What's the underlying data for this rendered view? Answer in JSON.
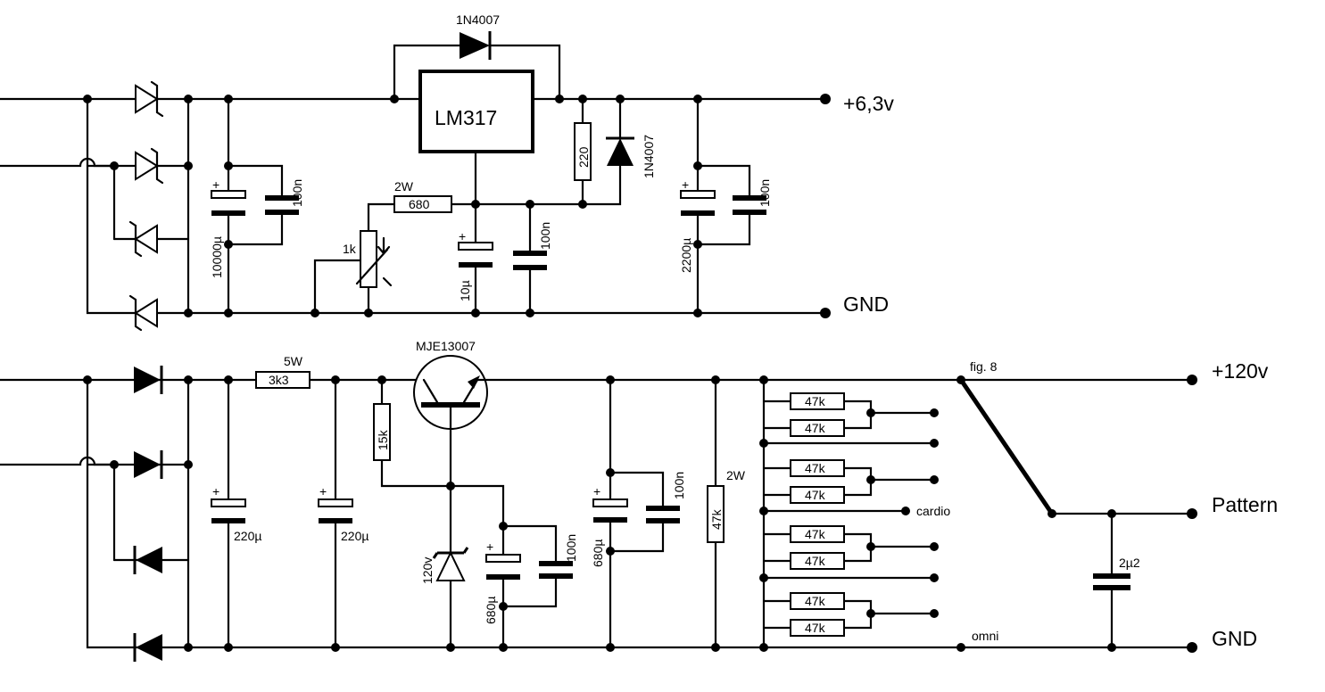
{
  "supply_low": {
    "output_label": "+6,3v",
    "gnd_label": "GND",
    "regulator": "LM317",
    "diode_top": "1N4007",
    "diode_protect": "1N4007",
    "res_220": "220",
    "res_680": "680",
    "res_680_power": "2W",
    "pot": "1k",
    "cap_10000": "10000µ",
    "cap_100n_a": "100n",
    "cap_10u": "10µ",
    "cap_100n_b": "100n",
    "cap_2200": "2200µ",
    "cap_100n_c": "100n",
    "plus": "+"
  },
  "supply_high": {
    "output_label": "+120v",
    "pattern_label": "Pattern",
    "gnd_label": "GND",
    "transistor": "MJE13007",
    "res_3k3": "3k3",
    "res_3k3_power": "5W",
    "res_15k": "15k",
    "zener": "120v",
    "cap_220a": "220µ",
    "cap_220b": "220µ",
    "cap_680a": "680µ",
    "cap_680b": "680µ",
    "cap_100n_a": "100n",
    "cap_100n_b": "100n",
    "res_47k_bleed": "47k",
    "res_47k_power": "2W",
    "ladder_res": [
      "47k",
      "47k",
      "47k",
      "47k",
      "47k",
      "47k",
      "47k",
      "47k"
    ],
    "switch_fig8": "fig. 8",
    "switch_cardio": "cardio",
    "switch_omni": "omni",
    "cap_pattern": "2µ2",
    "plus": "+"
  }
}
